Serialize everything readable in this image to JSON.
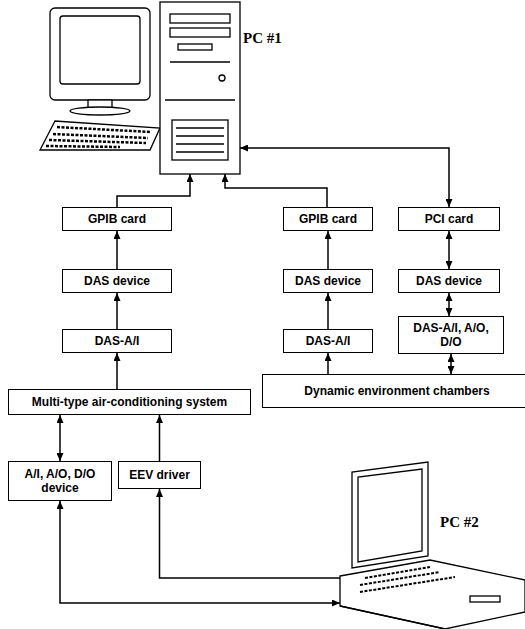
{
  "diagram": {
    "nodes": [
      {
        "text": [
          "PC #1"
        ]
      },
      {
        "text": [
          "GPIB card"
        ]
      },
      {
        "text": [
          "GPIB card"
        ]
      },
      {
        "text": [
          "PCI card"
        ]
      },
      {
        "text": [
          "DAS device"
        ]
      },
      {
        "text": [
          "DAS device"
        ]
      },
      {
        "text": [
          "DAS device"
        ]
      },
      {
        "text": [
          "DAS-A/I"
        ]
      },
      {
        "text": [
          "DAS-A/I"
        ]
      },
      {
        "text": [
          "DAS-A/I, A/O, D/O"
        ]
      },
      {
        "text": [
          "Multi-type air-conditioning system"
        ]
      },
      {
        "text": [
          "Dynamic environment chambers"
        ]
      },
      {
        "text": [
          "A/I, A/O, D/O device"
        ]
      },
      {
        "text": [
          "EEV driver"
        ]
      },
      {
        "text": [
          "PC #2"
        ]
      }
    ],
    "edges": [
      {
        "from": 1,
        "to": 0,
        "arrow": "to"
      },
      {
        "from": 2,
        "to": 0,
        "arrow": "to"
      },
      {
        "from": 3,
        "to": 0,
        "arrow": "both"
      },
      {
        "from": 4,
        "to": 1,
        "arrow": "to"
      },
      {
        "from": 5,
        "to": 2,
        "arrow": "to"
      },
      {
        "from": 3,
        "to": 6,
        "arrow": "both"
      },
      {
        "from": 7,
        "to": 4,
        "arrow": "to"
      },
      {
        "from": 8,
        "to": 5,
        "arrow": "to"
      },
      {
        "from": 6,
        "to": 9,
        "arrow": "both"
      },
      {
        "from": 10,
        "to": 7,
        "arrow": "to"
      },
      {
        "from": 11,
        "to": 8,
        "arrow": "to"
      },
      {
        "from": 9,
        "to": 11,
        "arrow": "both"
      },
      {
        "from": 12,
        "to": 10,
        "arrow": "both"
      },
      {
        "from": 13,
        "to": 10,
        "arrow": "to"
      },
      {
        "from": 14,
        "to": 12,
        "arrow": "both"
      },
      {
        "from": 14,
        "to": 13,
        "arrow": "to"
      }
    ]
  }
}
